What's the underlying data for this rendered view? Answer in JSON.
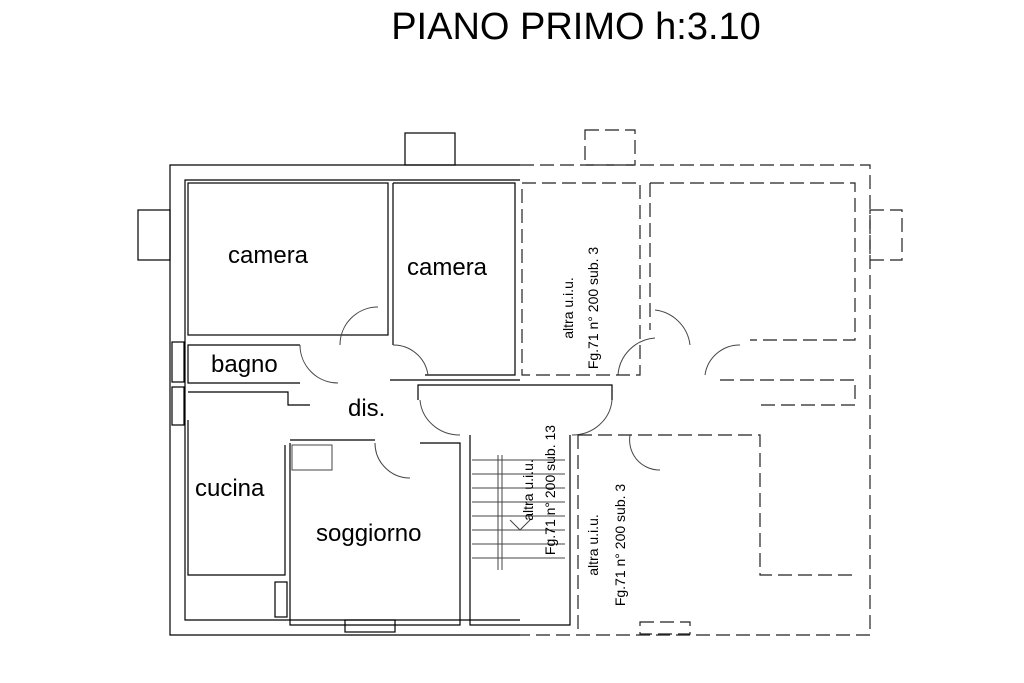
{
  "title": "PIANO PRIMO h:3.10",
  "rooms": {
    "camera_1": "camera",
    "camera_2": "camera",
    "bagno": "bagno",
    "dis": "dis.",
    "cucina": "cucina",
    "soggiorno": "soggiorno"
  },
  "other_units": [
    {
      "line1": "altra u.i.u.",
      "line2": "Fg.71 n° 200 sub. 3"
    },
    {
      "line1": "altra u.i.u.",
      "line2": "Fg.71 n° 200 sub. 13"
    },
    {
      "line1": "altra u.i.u.",
      "line2": "Fg.71 n° 200 sub. 3"
    }
  ]
}
